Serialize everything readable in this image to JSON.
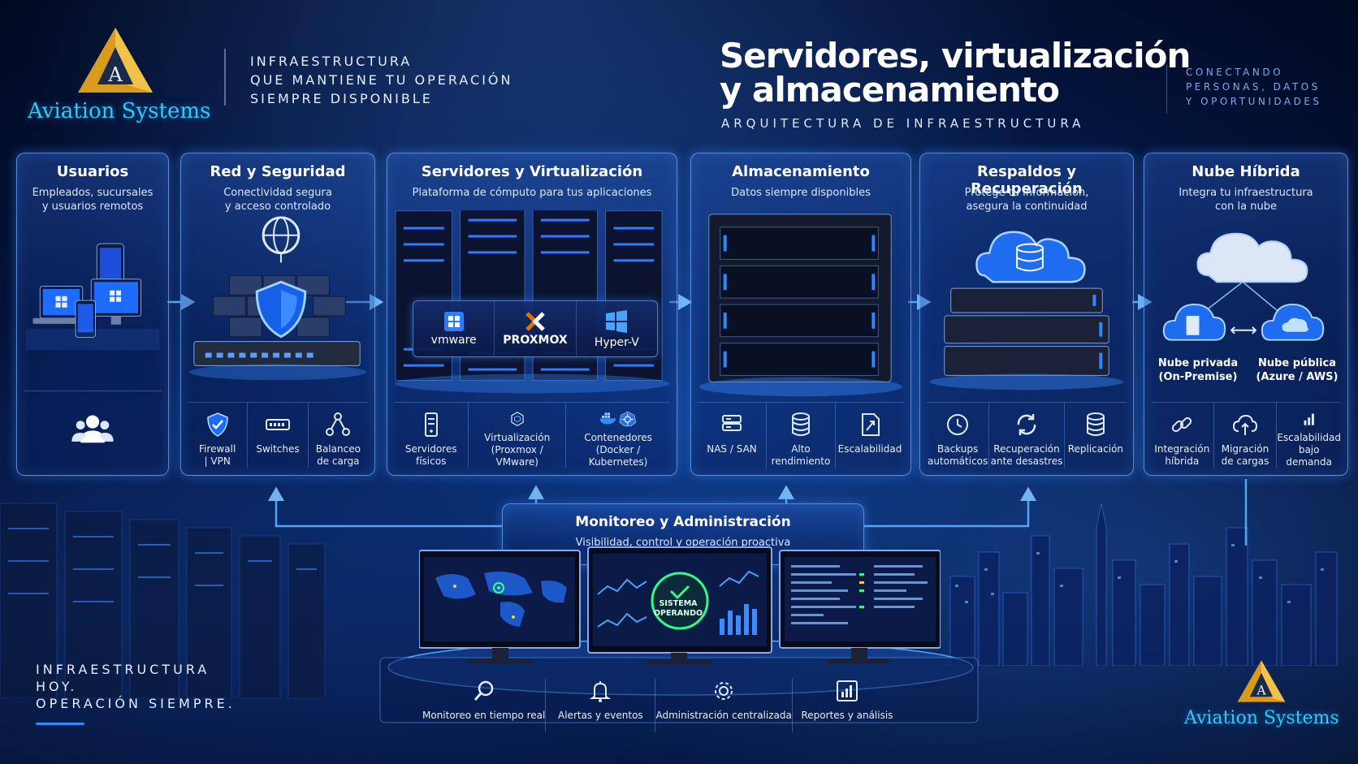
{
  "brand": {
    "name": "Aviation Systems",
    "logo_letter": "A",
    "accent": "#37c7f5",
    "gold": "#e0a92a"
  },
  "header": {
    "tagline": "INFRAESTRUCTURA\nQUE MANTIENE TU OPERACIÓN\nSIEMPRE DISPONIBLE",
    "title_line1": "Servidores, virtualización",
    "title_line2": "y almacenamiento",
    "subtitle": "ARQUITECTURA DE INFRAESTRUCTURA",
    "right_tagline": "CONECTANDO\nPERSONAS, DATOS\nY OPORTUNIDADES"
  },
  "panels": {
    "usuarios": {
      "title": "Usuarios",
      "desc": "Empleados, sucursales\ny usuarios remotos",
      "icon": "users-icon"
    },
    "red": {
      "title": "Red y Seguridad",
      "desc": "Conectividad segura\ny acceso controlado",
      "items": [
        {
          "label": "Firewall\n| VPN",
          "icon": "shield-check-icon"
        },
        {
          "label": "Switches",
          "icon": "switch-icon"
        },
        {
          "label": "Balanceo\nde carga",
          "icon": "network-nodes-icon"
        }
      ]
    },
    "servidores": {
      "title": "Servidores y Virtualización",
      "desc": "Plataforma de cómputo para tus aplicaciones",
      "virt": [
        {
          "label": "vmware",
          "icon": "windows-icon"
        },
        {
          "label": "PROXMOX",
          "icon": "proxmox-icon"
        },
        {
          "label": "Hyper-V",
          "icon": "windows-icon"
        }
      ],
      "items": [
        {
          "label": "Servidores\nfísicos",
          "icon": "server-icon"
        },
        {
          "label": "Virtualización\n(Proxmox / VMware)",
          "icon": "hex-cube-icon"
        },
        {
          "label": "Contenedores\n(Docker / Kubernetes)",
          "icon": "docker-kubernetes-icon"
        }
      ]
    },
    "almacenamiento": {
      "title": "Almacenamiento",
      "desc": "Datos siempre disponibles",
      "items": [
        {
          "label": "NAS / SAN",
          "icon": "storage-icon"
        },
        {
          "label": "Alto\nrendimiento",
          "icon": "database-icon"
        },
        {
          "label": "Escalabilidad",
          "icon": "expand-icon"
        }
      ]
    },
    "respaldos": {
      "title": "Respaldos y Recuperación",
      "desc": "Protege tu información,\nasegura la continuidad",
      "items": [
        {
          "label": "Backups\nautomáticos",
          "icon": "clock-icon"
        },
        {
          "label": "Recuperación\nante desastres",
          "icon": "refresh-icon"
        },
        {
          "label": "Replicación",
          "icon": "database-icon"
        }
      ]
    },
    "nube": {
      "title": "Nube Híbrida",
      "desc": "Integra tu infraestructura\ncon la nube",
      "private_label": "Nube privada\n(On-Premise)",
      "public_label": "Nube pública\n(Azure / AWS)",
      "items": [
        {
          "label": "Integración\nhíbrida",
          "icon": "link-icon"
        },
        {
          "label": "Migración\nde cargas",
          "icon": "cloud-upload-icon"
        },
        {
          "label": "Escalabilidad\nbajo demanda",
          "icon": "bar-chart-icon"
        }
      ]
    }
  },
  "monitoring": {
    "title": "Monitoreo y Administración",
    "desc": "Visibilidad, control y operación proactiva",
    "status": "SISTEMA\nOPERANDO",
    "items": [
      {
        "label": "Monitoreo en tiempo real",
        "icon": "search-icon"
      },
      {
        "label": "Alertas y eventos",
        "icon": "bell-icon"
      },
      {
        "label": "Administración centralizada",
        "icon": "gear-icon"
      },
      {
        "label": "Reportes y análisis",
        "icon": "report-icon"
      }
    ]
  },
  "footer": {
    "text": "INFRAESTRUCTURA\nHOY.\nOPERACIÓN SIEMPRE."
  }
}
